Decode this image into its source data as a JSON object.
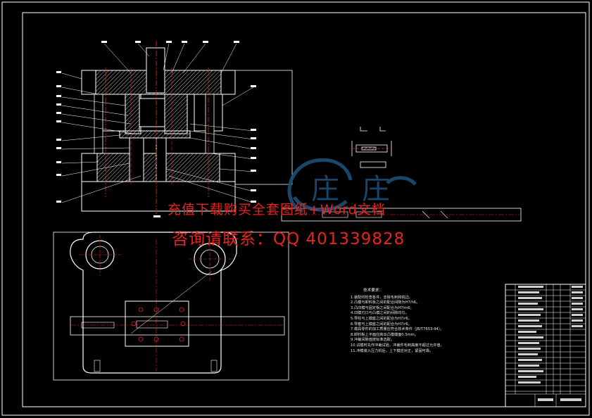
{
  "watermark": {
    "line1": "充值下载购买全套图纸+Word文档",
    "line2": "咨询请联系：QQ 401339828"
  },
  "logo": {
    "glyph": "庄"
  },
  "tech_notes": {
    "title": "技术要求：",
    "items": [
      "1.装配时检查各件，去除毛刺和锐边。",
      "2.凸模与卸料板之间的配合间隙为H7/h6。",
      "3.凸凹模与固定板之间配合为H7/m6。",
      "4.凹模刃口与凸模之间的间隙均匀。",
      "5.导柱与上模座之间的配合为H7/r6。",
      "6.导套与上模座之间的配合为H7/r6。",
      "7.模具零件的加工质量应符合技术条件（JB/T7653-94）。",
      "8.卸料板上平面应高出凸模端面0.5mm。",
      "9.冲裁间隙值按标准选取。",
      "10.试模时先作冲裁试验，冲裁件毛刺高度不超过允许值。",
      "11.冲模装入压力机后，上下模应对正，紧固可靠。"
    ]
  },
  "colors": {
    "background": "#000000",
    "outline": "#ffffff",
    "centerline": "#e8231e",
    "hatch": "#c8c8c8",
    "watermark": "#e8231e",
    "logo": "#1d4e75"
  }
}
